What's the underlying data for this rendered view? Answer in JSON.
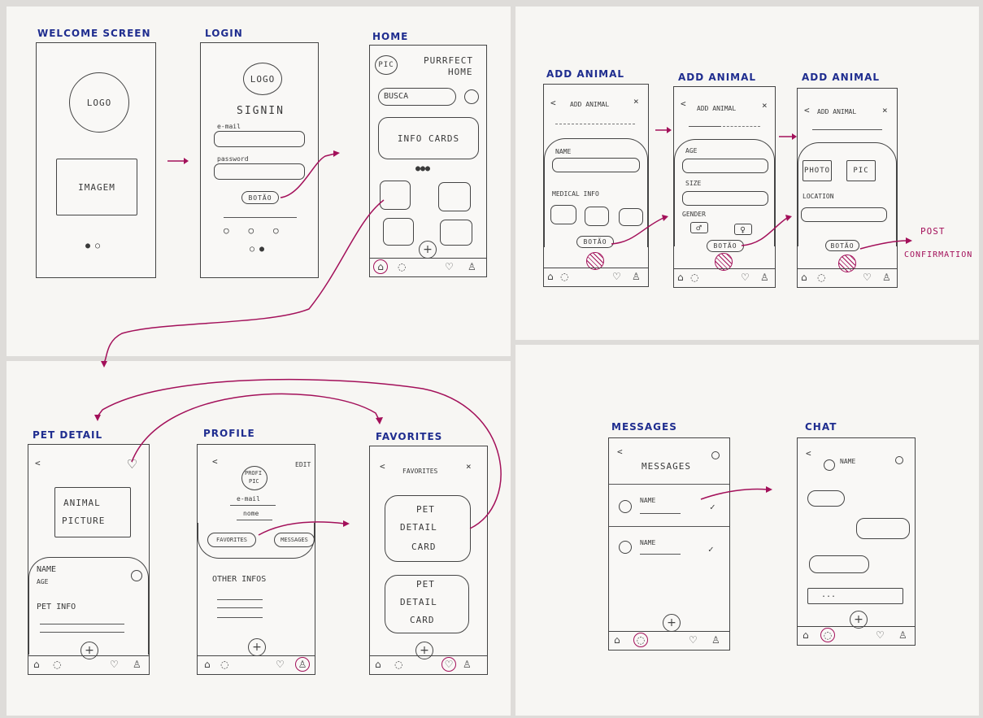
{
  "screens": {
    "welcome": {
      "title": "WELCOME SCREEN",
      "logo": "LOGO",
      "image": "IMAGEM"
    },
    "login": {
      "title": "LOGIN",
      "logo": "LOGO",
      "signin": "SIGNIN",
      "email": "e-mail",
      "password": "password",
      "button": "BOTÃO"
    },
    "home": {
      "title": "HOME",
      "pic": "PIC",
      "brand1": "PURRFECT",
      "brand2": "HOME",
      "search": "BUSCA",
      "cards": "INFO CARDS"
    },
    "add1": {
      "title": "ADD ANIMAL",
      "header": "ADD ANIMAL",
      "name": "NAME",
      "medical": "MEDICAL INFO",
      "button": "BOTÃO"
    },
    "add2": {
      "title": "ADD ANIMAL",
      "header": "ADD ANIMAL",
      "age": "AGE",
      "size": "SIZE",
      "gender": "GENDER",
      "button": "BOTÃO"
    },
    "add3": {
      "title": "ADD ANIMAL",
      "header": "ADD ANIMAL",
      "photo": "PHOTO",
      "pic": "PIC",
      "location": "LOCATION",
      "button": "BOTÃO"
    },
    "pet": {
      "title": "PET DETAIL",
      "picture1": "ANIMAL",
      "picture2": "PICTURE",
      "name": "NAME",
      "age": "AGE",
      "info": "PET INFO"
    },
    "profile": {
      "title": "PROFILE",
      "edit": "EDIT",
      "pic1": "PROFI",
      "pic2": "PIC",
      "email": "e-mail",
      "name": "nome",
      "favorites": "FAVORITES",
      "messages": "MESSAGES",
      "other": "OTHER INFOS"
    },
    "favorites": {
      "title": "FAVORITES",
      "header": "FAVORITES",
      "card_l1": "PET",
      "card_l2": "DETAIL",
      "card_l3": "CARD"
    },
    "messages": {
      "title": "MESSAGES",
      "header": "MESSAGES",
      "name": "NAME"
    },
    "chat": {
      "title": "CHAT",
      "name": "NAME",
      "input": "..."
    }
  },
  "note": {
    "post": "POST",
    "confirmation": "CONFIRMATION"
  },
  "icons": {
    "back": "<",
    "close": "×",
    "plus": "+",
    "male": "♂",
    "female": "♀",
    "check": "✓",
    "home": "⌂",
    "chat": "◌",
    "heart": "♡",
    "user": "♙"
  },
  "colors": {
    "ink": "#1f2d8f",
    "flow": "#a3105a",
    "pencil": "#444444"
  }
}
